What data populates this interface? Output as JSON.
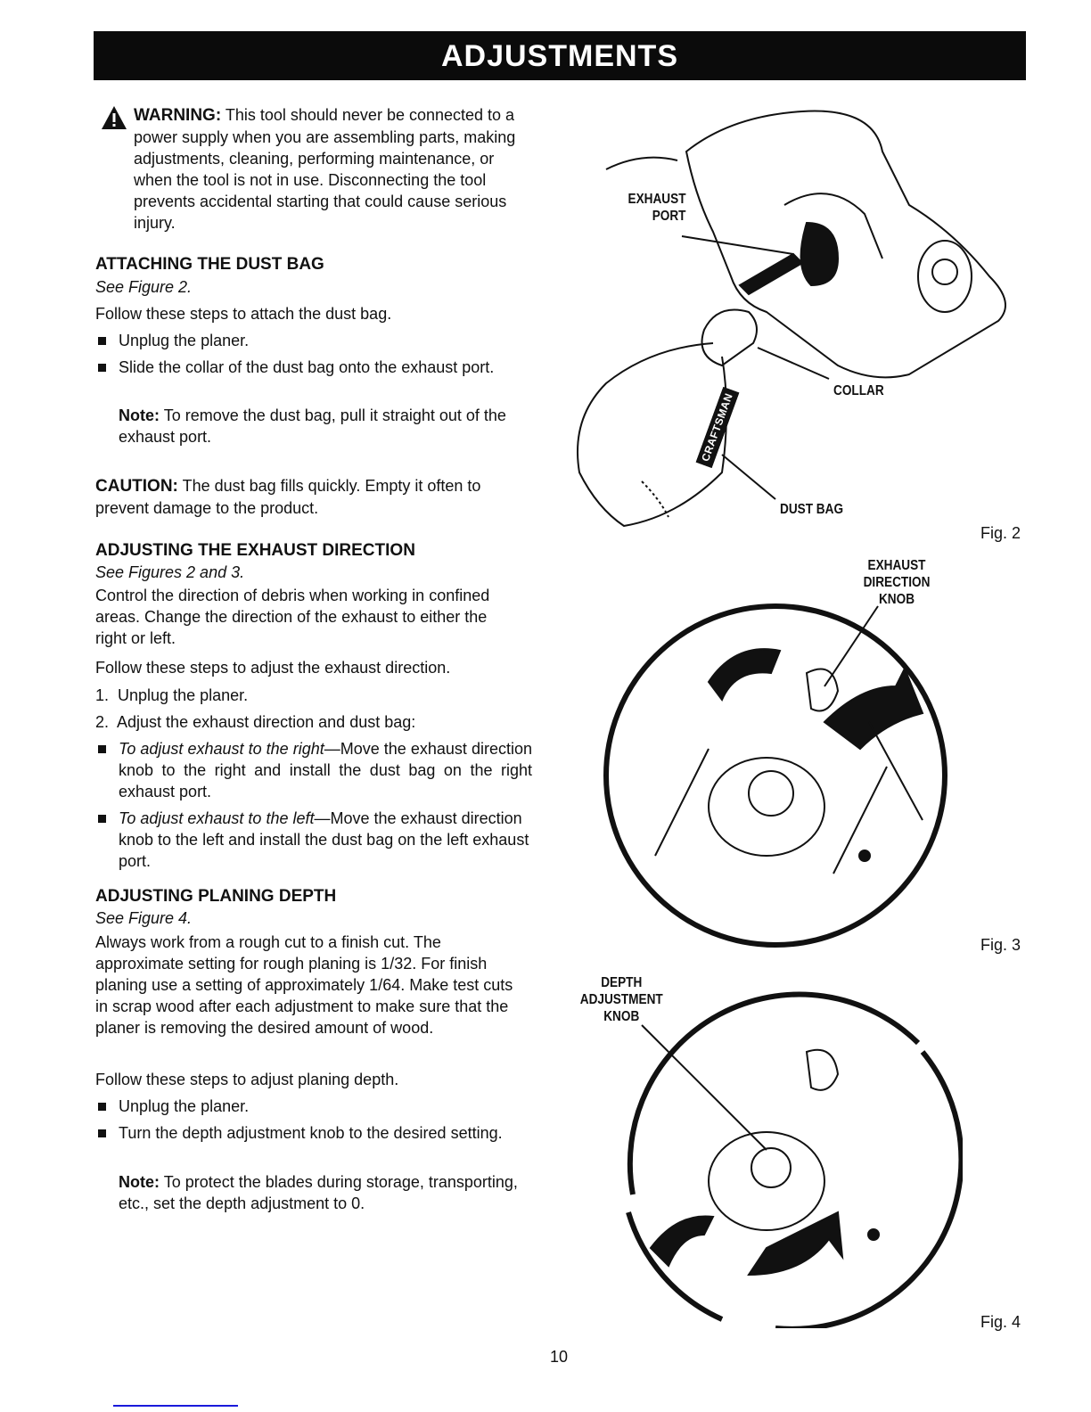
{
  "header": {
    "title": "ADJUSTMENTS"
  },
  "warning": {
    "label": "WARNING:",
    "text": "This tool should never be connected to a power supply when you are assembling parts, making adjustments, cleaning, performing maintenance, or when the tool is not in use. Disconnecting the tool prevents accidental starting that could cause serious injury."
  },
  "dust_bag": {
    "heading": "ATTACHING THE DUST BAG",
    "see": "See Figure 2.",
    "intro": "Follow these steps to attach the dust bag.",
    "bullets": [
      "Unplug the planer.",
      "Slide the collar of the dust bag onto the exhaust port."
    ],
    "note_label": "Note:",
    "note": "To remove the dust bag, pull it straight out of the exhaust port.",
    "caution_label": "CAUTION:",
    "caution": "The dust bag fills quickly. Empty it often to prevent damage to the product."
  },
  "exhaust": {
    "heading": "ADJUSTING THE EXHAUST DIRECTION",
    "see": "See Figures 2 and 3.",
    "intro": "Control the direction of debris when working in confined areas. Change the direction of the exhaust to either the right or left.",
    "follow": "Follow these steps to adjust the exhaust direction.",
    "steps": [
      {
        "n": "1.",
        "text": "Unplug the planer."
      },
      {
        "n": "2.",
        "text": "Adjust the exhaust direction and dust bag:"
      }
    ],
    "right_label": "To adjust exhaust to the right",
    "right_text": "—Move the exhaust direction knob to the right and install the dust bag on the right exhaust port.",
    "left_label": "To adjust exhaust to the left",
    "left_text": "—Move the exhaust direction knob to the left and install the dust bag on the left exhaust port."
  },
  "depth": {
    "heading": "ADJUSTING PLANING DEPTH",
    "see": "See Figure 4.",
    "intro": "Always work from a rough cut to a finish cut. The approximate setting for rough planing is 1/32. For finish planing use a setting of approximately 1/64. Make test cuts in scrap wood after each adjustment to make sure that the planer is removing the desired amount of wood.",
    "follow": "Follow these steps to adjust planing depth.",
    "bullets": [
      "Unplug the planer.",
      "Turn the depth adjustment knob to the desired setting."
    ],
    "note_label": "Note:",
    "note": "To protect the blades during storage, transporting, etc., set the depth adjustment to 0."
  },
  "figures": {
    "fig2": {
      "caption": "Fig. 2",
      "exhaust_port": "EXHAUST PORT",
      "collar": "COLLAR",
      "dust_bag": "DUST BAG",
      "brand": "CRAFTSMAN"
    },
    "fig3": {
      "caption": "Fig. 3",
      "knob": "EXHAUST DIRECTION KNOB"
    },
    "fig4": {
      "caption": "Fig. 4",
      "knob": "DEPTH ADJUSTMENT KNOB"
    }
  },
  "page_number": "10"
}
